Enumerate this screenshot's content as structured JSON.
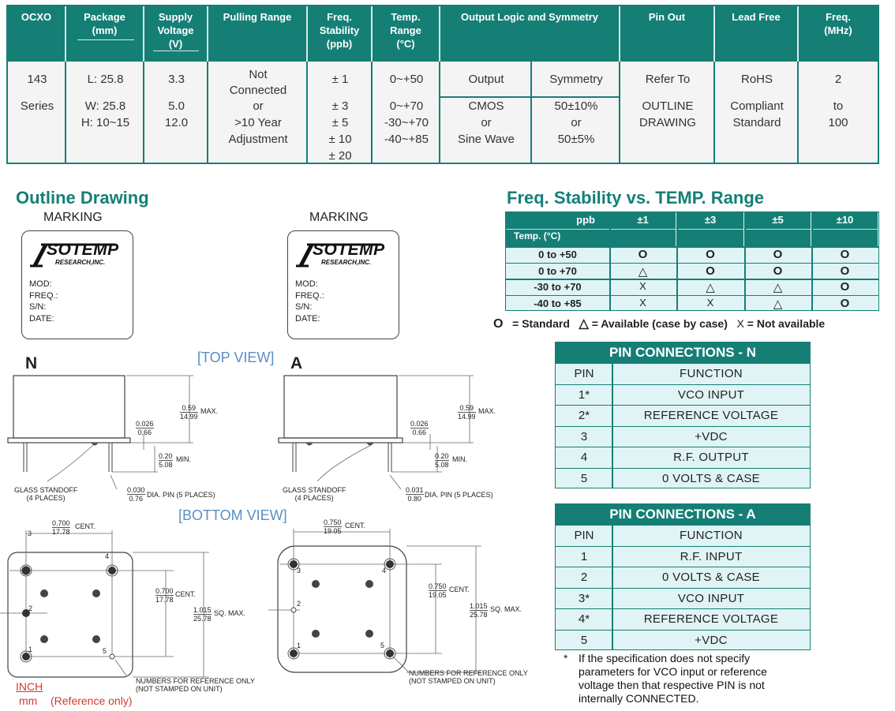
{
  "spec_table": {
    "headers": [
      {
        "key": "ocxo",
        "lines": [
          "OCXO"
        ]
      },
      {
        "key": "package",
        "lines": [
          "Package",
          "(mm)"
        ]
      },
      {
        "key": "supply",
        "lines": [
          "Supply",
          "Voltage",
          "(V)"
        ]
      },
      {
        "key": "pulling",
        "lines": [
          "Pulling Range"
        ]
      },
      {
        "key": "stability",
        "lines": [
          "Freq.",
          "Stability",
          "(ppb)"
        ]
      },
      {
        "key": "temp",
        "lines": [
          "Temp.",
          "Range",
          "(°C)"
        ]
      },
      {
        "key": "output",
        "lines": [
          "Output Logic and Symmetry"
        ]
      },
      {
        "key": "pinout",
        "lines": [
          "Pin Out"
        ]
      },
      {
        "key": "leadfree",
        "lines": [
          "Lead Free"
        ]
      },
      {
        "key": "freq",
        "lines": [
          "Freq.",
          "(MHz)"
        ]
      }
    ],
    "row1": {
      "ocxo": "143",
      "package": "L:  25.8",
      "supply": "3.3",
      "pulling_1": "Not",
      "pulling_2": "Connected",
      "stability": "± 1",
      "temp": "0~+50",
      "output_label": "Output",
      "symmetry_label": "Symmetry",
      "pinout": "Refer To",
      "leadfree": "RoHS",
      "freq": "2"
    },
    "row2": {
      "ocxo": "Series",
      "package": [
        "W: 25.8",
        "H: 10~15"
      ],
      "supply": [
        "5.0",
        "12.0"
      ],
      "pulling": [
        "or",
        ">10 Year",
        "Adjustment"
      ],
      "stability": [
        "± 3",
        "± 5",
        "± 10",
        "± 20"
      ],
      "temp": [
        "0~+70",
        "-30~+70",
        "-40~+85"
      ],
      "output": [
        "CMOS",
        "or",
        "Sine Wave"
      ],
      "symmetry": [
        "50±10%",
        "or",
        "50±5%"
      ],
      "pinout": [
        "OUTLINE",
        "DRAWING"
      ],
      "leadfree": [
        "Compliant",
        "Standard"
      ],
      "freq": [
        "to",
        "100"
      ]
    }
  },
  "outline": {
    "title": "Outline Drawing",
    "marking": "MARKING",
    "logo_main": "SOTEMP",
    "logo_sub": "RESEARCH,INC.",
    "fields": [
      "MOD:",
      "FREQ.:",
      "S/N:",
      "DATE:"
    ],
    "top_view": "[TOP VIEW]",
    "bottom_view": "[BOTTOM VIEW]",
    "label_n": "N",
    "label_a": "A",
    "n_dims": {
      "height_in": "0.59",
      "height_mm": "14.99",
      "height_suffix": "MAX.",
      "standoff_in": "0.026",
      "standoff_mm": "0.66",
      "pin_len_in": "0.20",
      "pin_len_mm": "5.08",
      "pin_len_suffix": "MIN.",
      "glass_1": "GLASS STANDOFF",
      "glass_2": "(4 PLACES)",
      "dia_in": "0.030",
      "dia_mm": "0.76",
      "dia_suffix": "DIA. PIN (5 PLACES)",
      "cent_in": "0.700",
      "cent_mm": "17.78",
      "cent_suffix": "CENT.",
      "sq_in": "1.015",
      "sq_mm": "25.78",
      "sq_suffix": "SQ. MAX.",
      "note_1": "NUMBERS FOR REFERENCE ONLY",
      "note_2": "(NOT STAMPED ON UNIT)",
      "pins": [
        "1",
        "2",
        "3",
        "4",
        "5"
      ]
    },
    "a_dims": {
      "height_in": "0.59",
      "height_mm": "14.99",
      "height_suffix": "MAX.",
      "standoff_in": "0.026",
      "standoff_mm": "0.66",
      "pin_len_in": "0.20",
      "pin_len_mm": "5.08",
      "pin_len_suffix": "MIN.",
      "glass_1": "GLASS STANDOFF",
      "glass_2": "(4 PLACES)",
      "dia_in": "0.031",
      "dia_mm": "0.80",
      "dia_suffix": "DIA. PIN (5 PLACES)",
      "cent_in": "0.750",
      "cent_mm": "19.05",
      "cent_suffix": "CENT.",
      "sq_in": "1.015",
      "sq_mm": "25.78",
      "sq_suffix": "SQ. MAX.",
      "note_1": "NUMBERS FOR REFERENCE ONLY",
      "note_2": "(NOT STAMPED ON UNIT)",
      "pins": [
        "1",
        "2",
        "3",
        "4",
        "5"
      ]
    },
    "unit_inch": "INCH",
    "unit_mm": "mm",
    "unit_note": "(Reference only)"
  },
  "stability_table": {
    "title": "Freq. Stability vs. TEMP. Range",
    "corner_top": "ppb",
    "corner_bottom": "Temp. (°C)",
    "columns": [
      "±1",
      "±3",
      "±5",
      "±10"
    ],
    "rows": [
      {
        "label": "0 to +50",
        "cells": [
          "O",
          "O",
          "O",
          "O"
        ]
      },
      {
        "label": "0 to +70",
        "cells": [
          "△",
          "O",
          "O",
          "O"
        ]
      },
      {
        "label": "-30 to +70",
        "cells": [
          "X",
          "△",
          "△",
          "O"
        ]
      },
      {
        "label": "-40 to +85",
        "cells": [
          "X",
          "X",
          "△",
          "O"
        ]
      }
    ],
    "legend": [
      {
        "symbol": "O",
        "text": "= Standard"
      },
      {
        "symbol": "△",
        "text": "= Available (case by case)"
      },
      {
        "symbol": "X",
        "text": "= Not available"
      }
    ]
  },
  "pin_n": {
    "title": "PIN CONNECTIONS - N",
    "head_pin": "PIN",
    "head_func": "FUNCTION",
    "rows": [
      {
        "pin": "1*",
        "func": "VCO INPUT"
      },
      {
        "pin": "2*",
        "func": "REFERENCE VOLTAGE"
      },
      {
        "pin": "3",
        "func": "+VDC"
      },
      {
        "pin": "4",
        "func": "R.F. OUTPUT"
      },
      {
        "pin": "5",
        "func": "0 VOLTS & CASE"
      }
    ]
  },
  "pin_a": {
    "title": "PIN CONNECTIONS - A",
    "head_pin": "PIN",
    "head_func": "FUNCTION",
    "rows": [
      {
        "pin": "1",
        "func": "R.F. INPUT"
      },
      {
        "pin": "2",
        "func": "0 VOLTS & CASE"
      },
      {
        "pin": "3*",
        "func": "VCO INPUT"
      },
      {
        "pin": "4*",
        "func": "REFERENCE VOLTAGE"
      },
      {
        "pin": "5",
        "func": "+VDC"
      }
    ]
  },
  "footnote": {
    "star": "*",
    "lines": [
      "If the specification does not specify",
      "parameters for VCO input or reference",
      "voltage  then that  respective PIN is not",
      "internally CONNECTED."
    ]
  }
}
